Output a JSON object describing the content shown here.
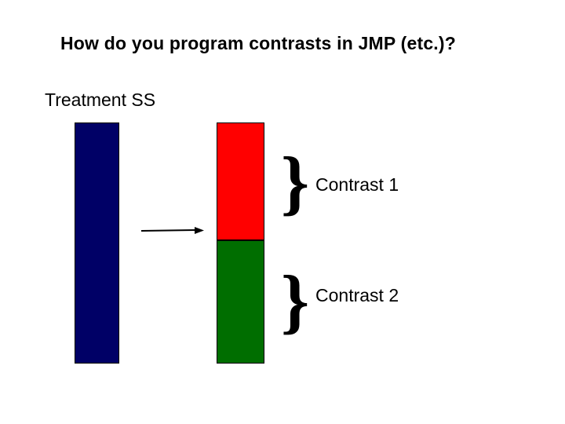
{
  "slide": {
    "title": "How do you program contrasts in JMP (etc.)?",
    "subtitle": "Treatment SS"
  },
  "diagram": {
    "brace_glyph": "}",
    "contrast1_label": "Contrast 1",
    "contrast2_label": "Contrast 2"
  },
  "colors": {
    "background": "#FFFFFF",
    "text": "#000000",
    "treatment_bar": "#000066",
    "contrast1_segment": "#FF0000",
    "contrast2_segment": "#006E00",
    "arrow": "#000000"
  }
}
